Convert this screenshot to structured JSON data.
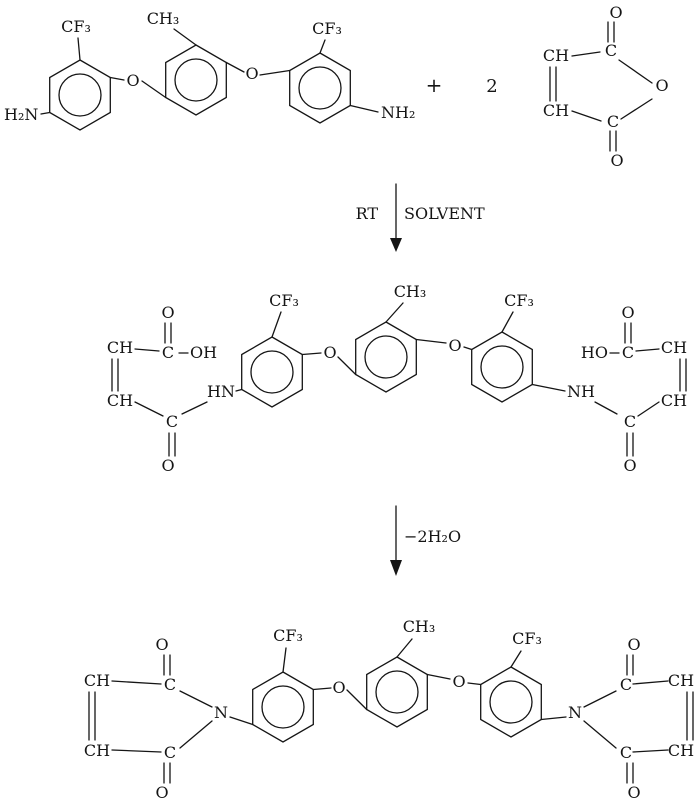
{
  "labels": {
    "cf3": "CF₃",
    "ch3": "CH₃",
    "h2n": "H₂N",
    "nh2": "NH₂",
    "o": "O",
    "ch": "CH",
    "c": "C",
    "n": "N",
    "hn": "HN",
    "nh": "NH",
    "oh": "OH",
    "ho": "HO",
    "plus": "+",
    "coefficient": "2"
  },
  "conditions": {
    "step1_temperature": "RT",
    "step1_medium": "SOLVENT",
    "step2_byproduct": "−2H₂O"
  }
}
